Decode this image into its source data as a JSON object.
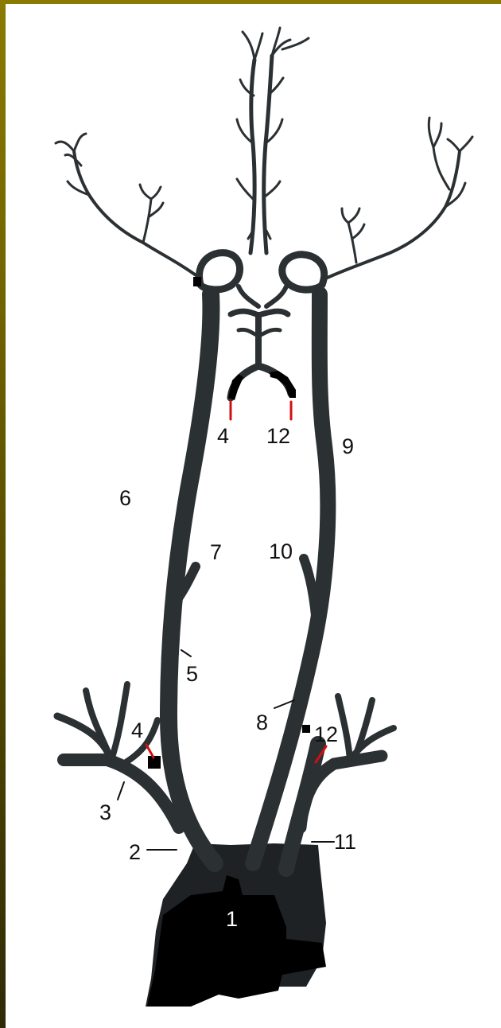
{
  "diagram": {
    "colors": {
      "frame": "#7a6a00",
      "background": "#ffffff",
      "vessel": "#2b3033",
      "heart": "#000000",
      "leader_red": "#d01010",
      "leader_black": "#111111",
      "label_dark": "#111111",
      "label_light": "#ffffff"
    },
    "labels": {
      "l1": "1",
      "l2": "2",
      "l3": "3",
      "l4_left": "4",
      "l4_top": "4",
      "l5": "5",
      "l6": "6",
      "l7": "7",
      "l8": "8",
      "l9": "9",
      "l10": "10",
      "l11": "11",
      "l12_top": "12",
      "l12_right": "12"
    }
  }
}
